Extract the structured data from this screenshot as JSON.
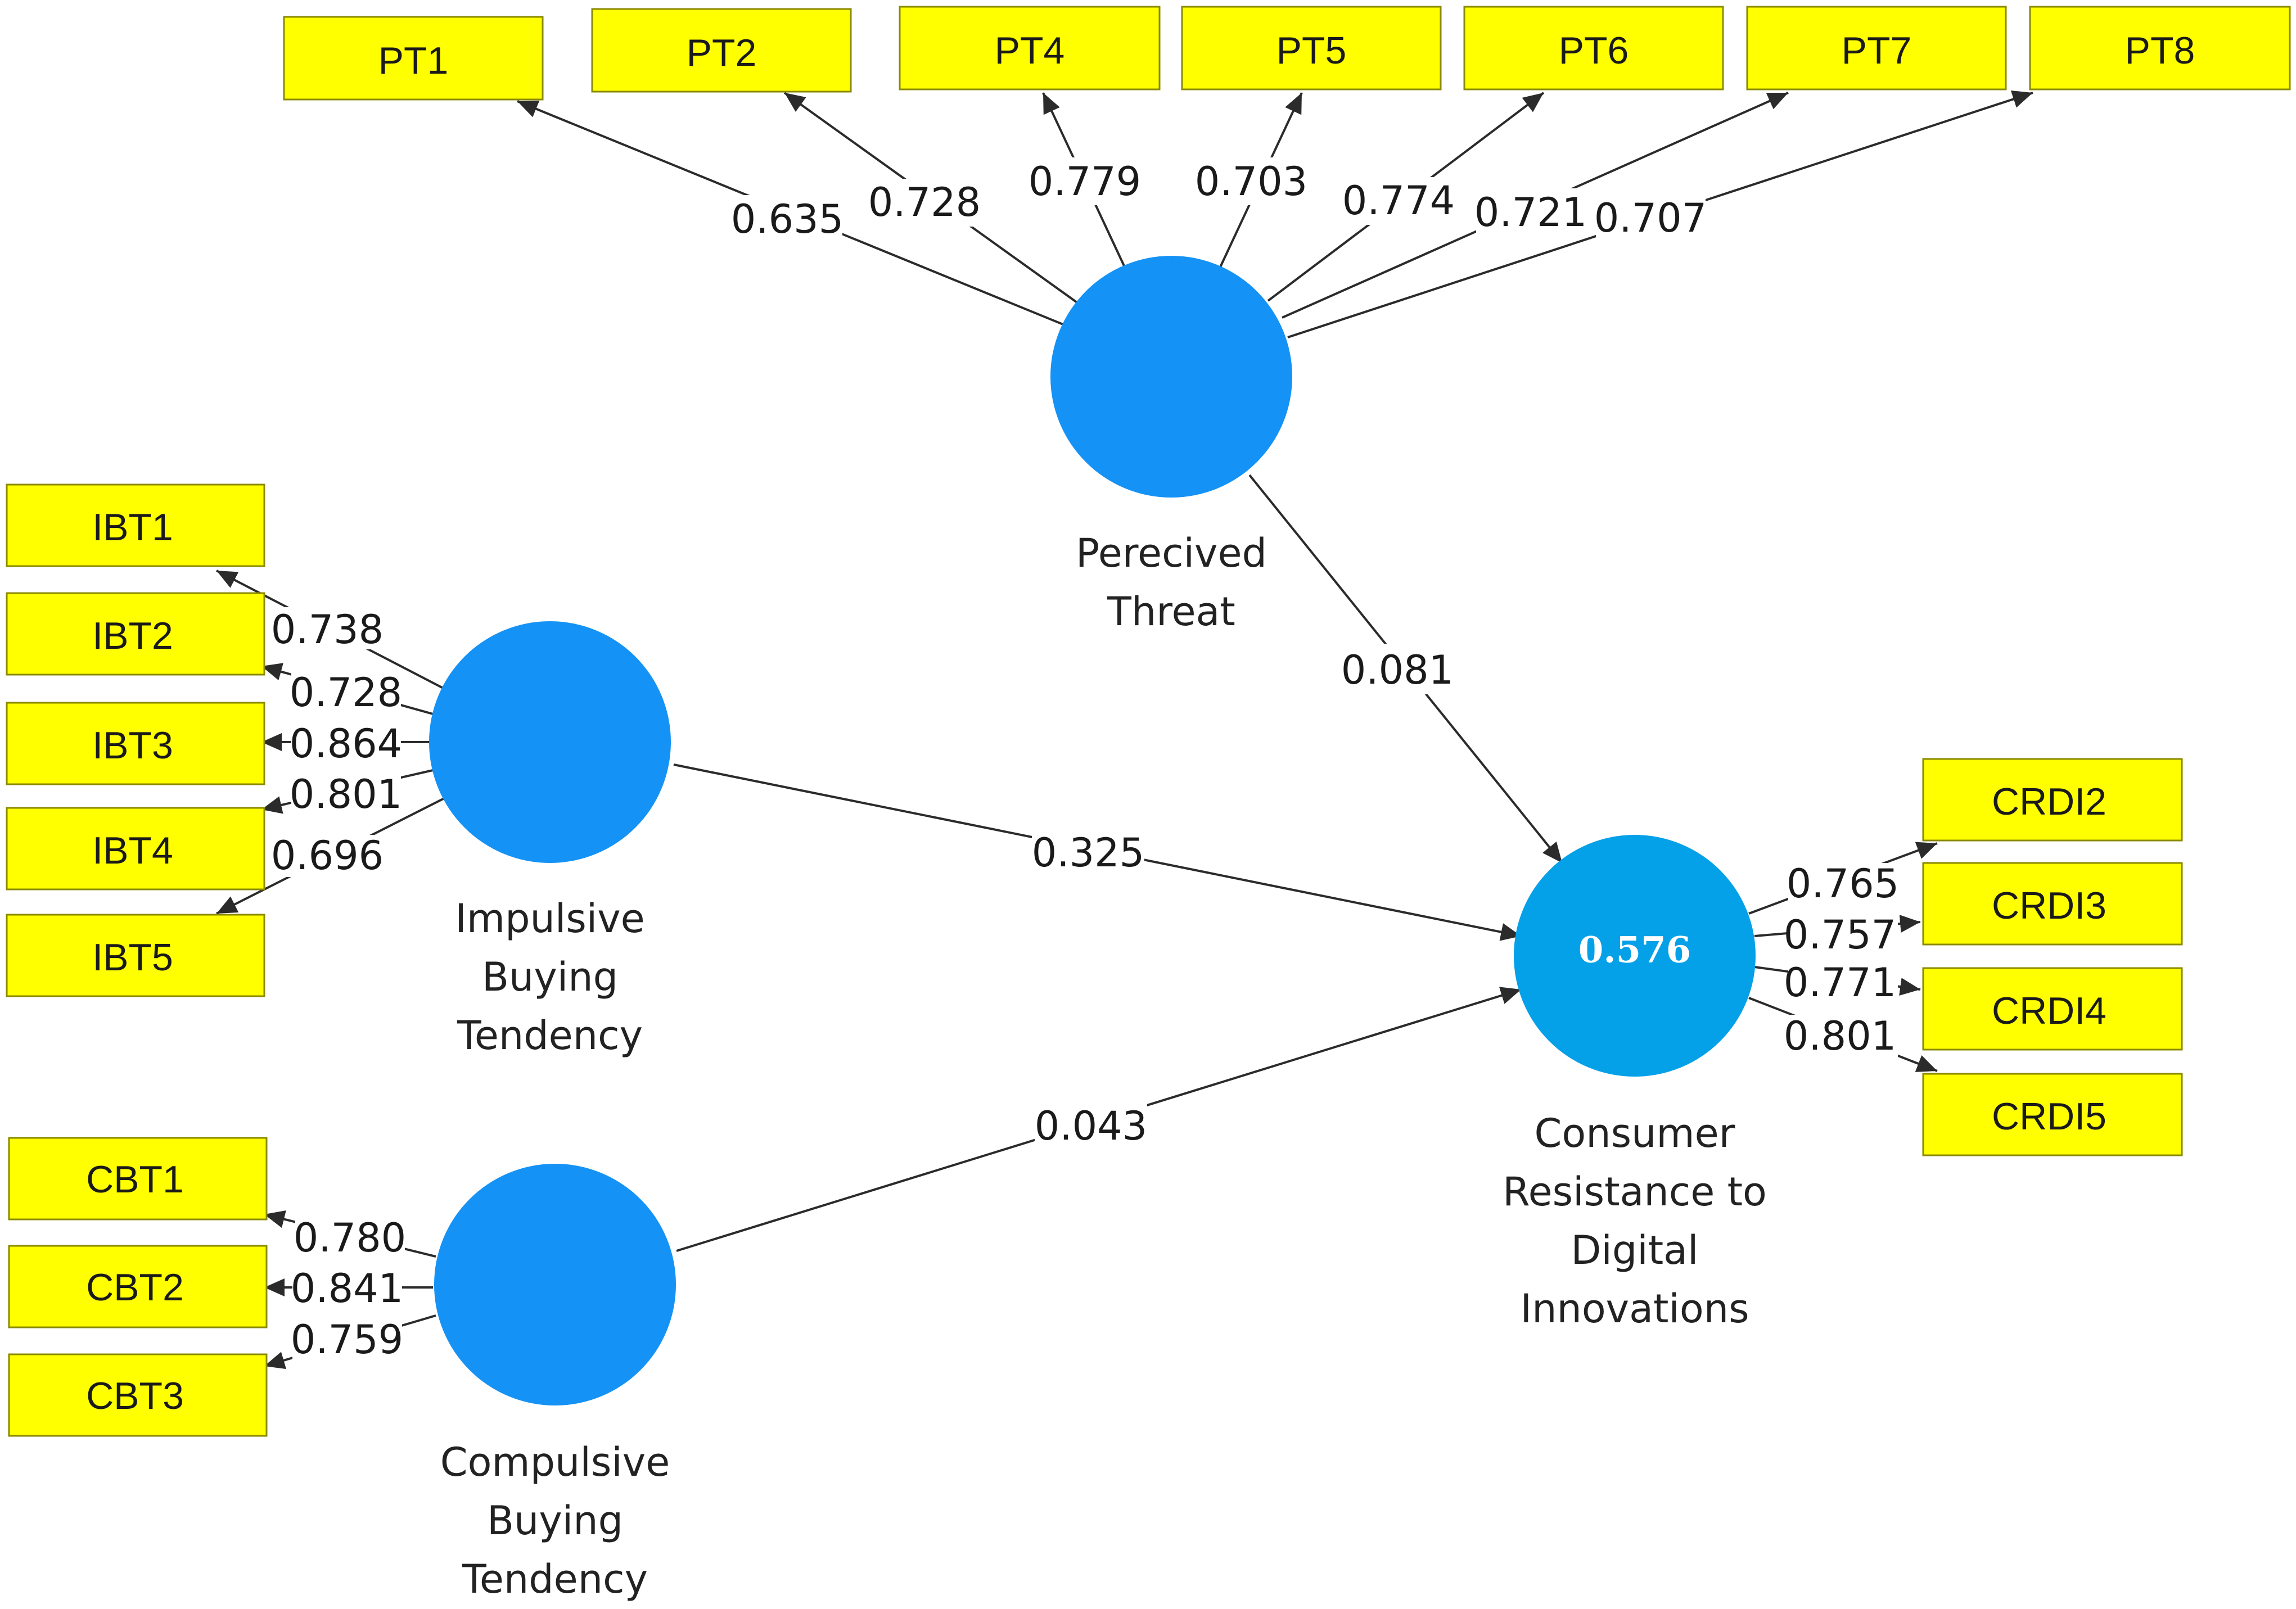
{
  "colors": {
    "construct_fill": "#1592f5",
    "endogenous_fill": "#04a0e8",
    "indicator_fill": "#ffff00",
    "edge": "#2b2b2b"
  },
  "constructs": {
    "perceived_threat": {
      "name_lines": [
        "Perecived",
        "Threat"
      ]
    },
    "impulsive_buying": {
      "name_lines": [
        "Impulsive",
        "Buying",
        "Tendency"
      ]
    },
    "compulsive_buying": {
      "name_lines": [
        "Compulsive",
        "Buying",
        "Tendency"
      ]
    },
    "consumer_resistance": {
      "name_lines": [
        "Consumer",
        "Resistance to",
        "Digital",
        "Innovations"
      ],
      "r_squared": "0.576"
    }
  },
  "indicators": {
    "perceived_threat": [
      {
        "label": "PT1",
        "loading": "0.635"
      },
      {
        "label": "PT2",
        "loading": "0.728"
      },
      {
        "label": "PT4",
        "loading": "0.779"
      },
      {
        "label": "PT5",
        "loading": "0.703"
      },
      {
        "label": "PT6",
        "loading": "0.774"
      },
      {
        "label": "PT7",
        "loading": "0.721"
      },
      {
        "label": "PT8",
        "loading": "0.707"
      }
    ],
    "impulsive_buying": [
      {
        "label": "IBT1",
        "loading": "0.738"
      },
      {
        "label": "IBT2",
        "loading": "0.728"
      },
      {
        "label": "IBT3",
        "loading": "0.864"
      },
      {
        "label": "IBT4",
        "loading": "0.801"
      },
      {
        "label": "IBT5",
        "loading": "0.696"
      }
    ],
    "compulsive_buying": [
      {
        "label": "CBT1",
        "loading": "0.780"
      },
      {
        "label": "CBT2",
        "loading": "0.841"
      },
      {
        "label": "CBT3",
        "loading": "0.759"
      }
    ],
    "consumer_resistance": [
      {
        "label": "CRDI2",
        "loading": "0.765"
      },
      {
        "label": "CRDI3",
        "loading": "0.757"
      },
      {
        "label": "CRDI4",
        "loading": "0.771"
      },
      {
        "label": "CRDI5",
        "loading": "0.801"
      }
    ]
  },
  "paths": {
    "pt_to_crdi": "0.081",
    "ibt_to_crdi": "0.325",
    "cbt_to_crdi": "0.043"
  }
}
